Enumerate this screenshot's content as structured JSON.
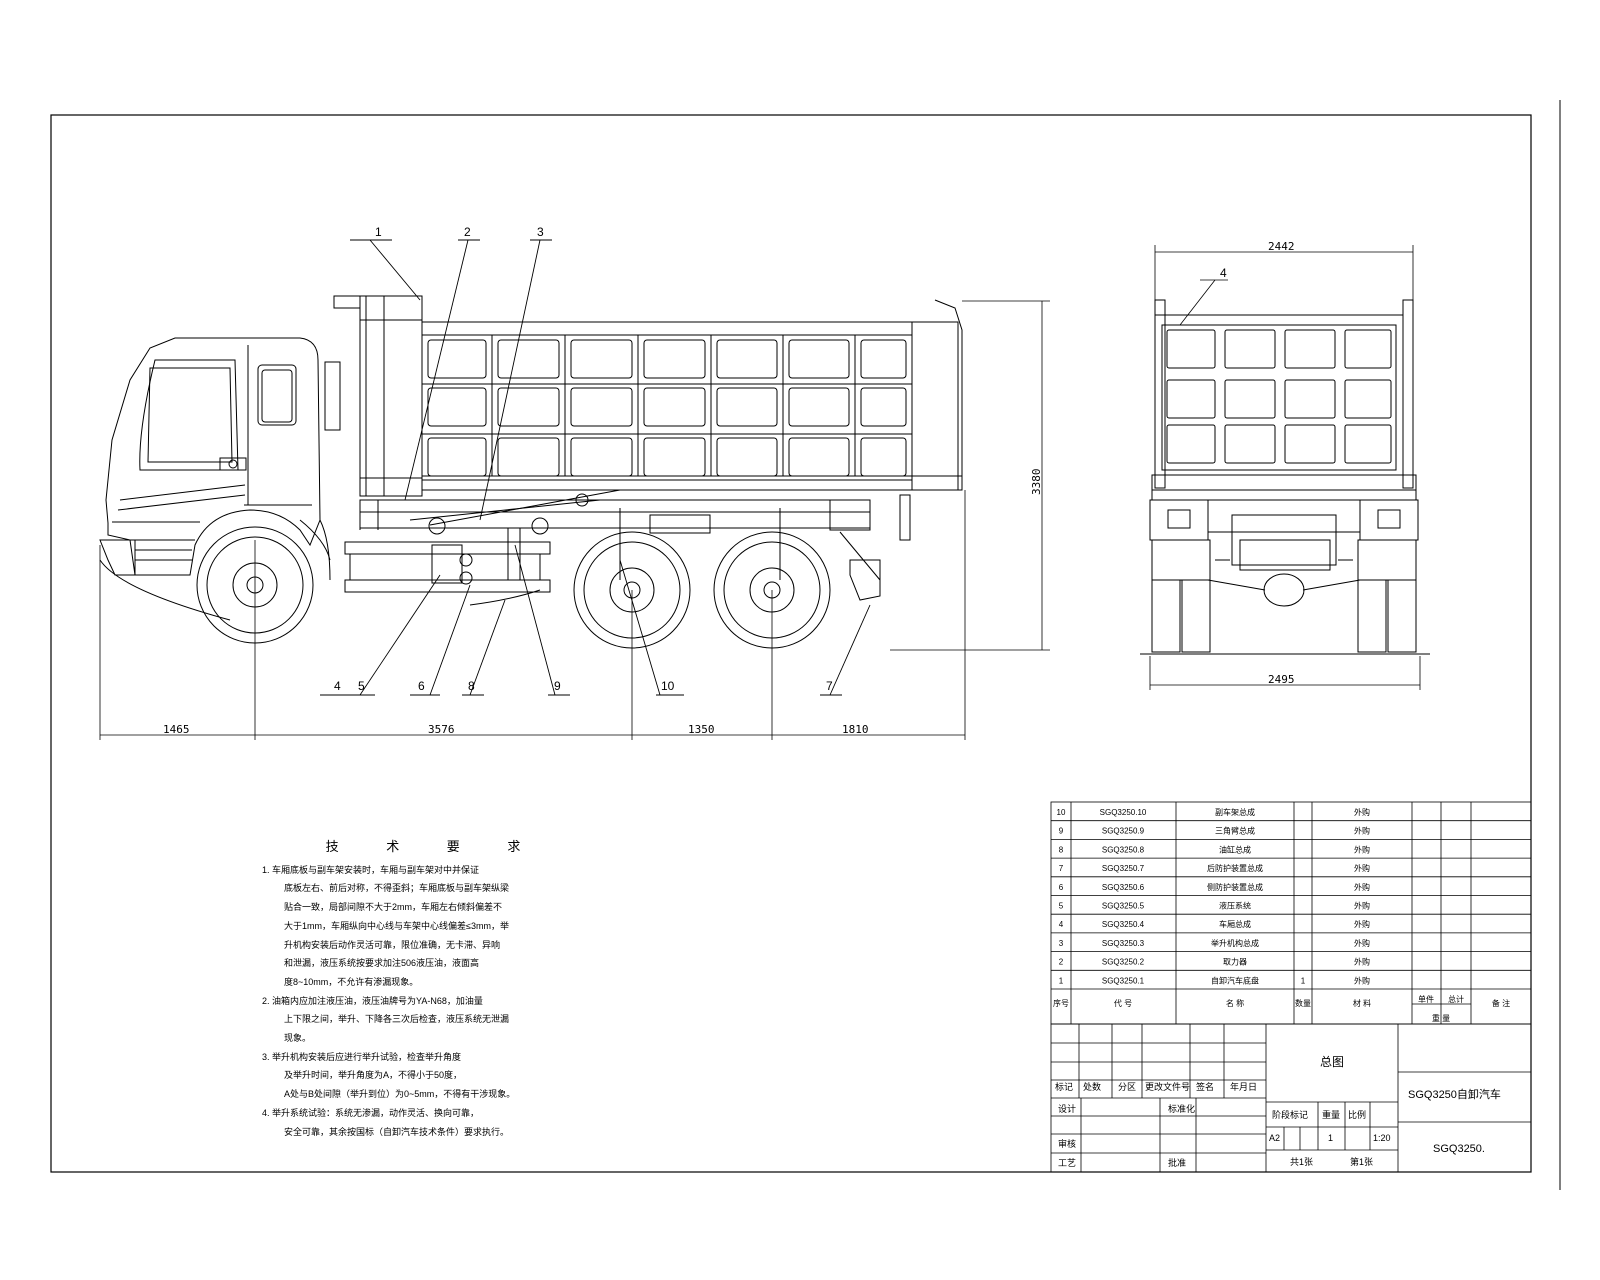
{
  "balloons": [
    "1",
    "2",
    "3",
    "4",
    "5",
    "6",
    "7",
    "8",
    "9",
    "10"
  ],
  "side_balloon_4": "4",
  "dimensions": {
    "front_overhang": "1465",
    "wheelbase_1": "3576",
    "wheelbase_2": "1350",
    "rear_overhang": "1810",
    "height": "3380",
    "body_width": "2442",
    "track_width": "2495"
  },
  "tech_requirements": {
    "title": "技 术 要 求",
    "lines": [
      "1. 车厢底板与副车架安装时，车厢与副车架对中并保证",
      "底板左右、前后对称，不得歪斜；车厢底板与副车架纵梁",
      "贴合一致，局部间隙不大于2mm，车厢左右倾斜偏差不",
      "大于1mm，车厢纵向中心线与车架中心线偏差≤3mm，举",
      "升机构安装后动作灵活可靠，限位准确，无卡滞、异响",
      "和泄漏，液压系统按要求加注506液压油，液面高",
      "度8~10mm，不允许有渗漏现象。",
      "2. 油箱内应加注液压油，液压油牌号为YA-N68，加油量",
      "上下限之间，举升、下降各三次后检查，液压系统无泄漏",
      "现象。",
      "3. 举升机构安装后应进行举升试验，检查举升角度",
      "及举升时间，举升角度为A，不得小于50度，",
      "A处与B处间隙（举升到位）为0~5mm，不得有干涉现象。",
      "4. 举升系统试验：系统无渗漏，动作灵活、换向可靠，",
      "安全可靠，其余按国标（自卸汽车技术条件）要求执行。"
    ]
  },
  "bom": {
    "rows": [
      {
        "no": "10",
        "code": "SGQ3250.10",
        "name": "副车架总成",
        "qty": "",
        "note": "外购"
      },
      {
        "no": "9",
        "code": "SGQ3250.9",
        "name": "三角臂总成",
        "qty": "",
        "note": "外购"
      },
      {
        "no": "8",
        "code": "SGQ3250.8",
        "name": "油缸总成",
        "qty": "",
        "note": "外购"
      },
      {
        "no": "7",
        "code": "SGQ3250.7",
        "name": "后防护装置总成",
        "qty": "",
        "note": "外购"
      },
      {
        "no": "6",
        "code": "SGQ3250.6",
        "name": "侧防护装置总成",
        "qty": "",
        "note": "外购"
      },
      {
        "no": "5",
        "code": "SGQ3250.5",
        "name": "液压系统",
        "qty": "",
        "note": "外购"
      },
      {
        "no": "4",
        "code": "SGQ3250.4",
        "name": "车厢总成",
        "qty": "",
        "note": "外购"
      },
      {
        "no": "3",
        "code": "SGQ3250.3",
        "name": "举升机构总成",
        "qty": "",
        "note": "外购"
      },
      {
        "no": "2",
        "code": "SGQ3250.2",
        "name": "取力器",
        "qty": "",
        "note": "外购"
      },
      {
        "no": "1",
        "code": "SGQ3250.1",
        "name": "自卸汽车底盘",
        "qty": "1",
        "note": "外购"
      }
    ],
    "header": {
      "no": "序号",
      "code": "代 号",
      "name": "名 称",
      "qty": "数量",
      "material": "材 料",
      "unit_weight": "单件",
      "total_weight": "总计",
      "weight": "重 量",
      "note": "备 注"
    }
  },
  "title_block": {
    "assembly": "总图",
    "product": "SGQ3250自卸汽车",
    "drawing_no": "SGQ3250.",
    "rev_headers": [
      "标记",
      "处数",
      "分区",
      "更改文件号",
      "签名",
      "年月日"
    ],
    "design": "设计",
    "standardize": "标准化",
    "review": "审核",
    "process": "工艺",
    "approve": "批准",
    "stage_headers": [
      "阶段标记",
      "重量",
      "比例"
    ],
    "stage": "A2",
    "weight": "1",
    "scale": "1:20",
    "sheets_total": "共1张",
    "sheet_no": "第1张"
  }
}
